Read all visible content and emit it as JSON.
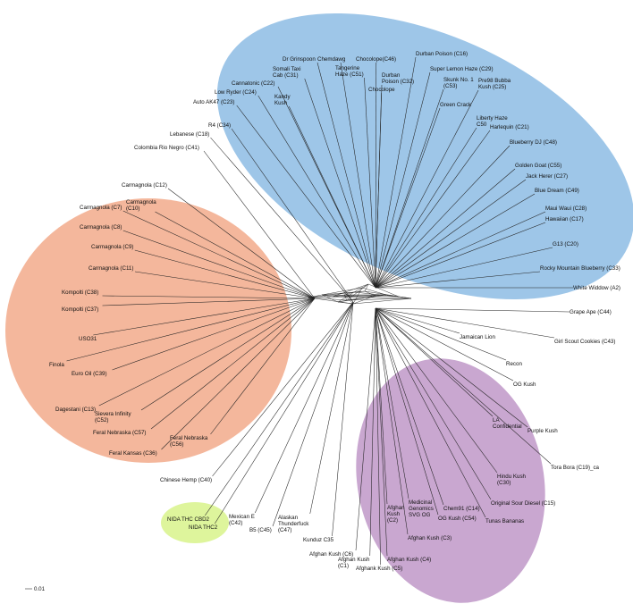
{
  "clusters": [
    {
      "id": "blue",
      "color": "#9ec6e8"
    },
    {
      "id": "orange",
      "color": "#f4b79c"
    },
    {
      "id": "purple",
      "color": "#c9a7d0"
    },
    {
      "id": "green",
      "color": "#def59c"
    }
  ],
  "scale_bar": {
    "label": "0.01"
  },
  "leaves": [
    {
      "id": "auto-ak47",
      "lines": [
        "Auto AK47 (C23)"
      ]
    },
    {
      "id": "low-ryder",
      "lines": [
        "Low Ryder (C24)"
      ]
    },
    {
      "id": "cannatonic",
      "lines": [
        "Cannatonic (C22)"
      ]
    },
    {
      "id": "somali-taxi-cab",
      "lines": [
        "Somali Taxi",
        "Cab (C31)"
      ]
    },
    {
      "id": "dr-grinspoon",
      "lines": [
        "Dr Grinspoon"
      ]
    },
    {
      "id": "kandy-kush",
      "lines": [
        "Kandy",
        "Kush"
      ]
    },
    {
      "id": "chemdawg",
      "lines": [
        "Chemdawg"
      ]
    },
    {
      "id": "tangerine-haze",
      "lines": [
        "Tangerine",
        "Haze (C51)"
      ]
    },
    {
      "id": "chocolope-c46",
      "lines": [
        "Chocolope(C46)"
      ]
    },
    {
      "id": "durban-poison-c32",
      "lines": [
        "Durban",
        "Poison (C32)"
      ]
    },
    {
      "id": "chocolope",
      "lines": [
        "Chocolope"
      ]
    },
    {
      "id": "durban-poison-c16",
      "lines": [
        "Durban Poison (C16)"
      ]
    },
    {
      "id": "super-lemon-haze",
      "lines": [
        "Super Lemon Haze (C29)"
      ]
    },
    {
      "id": "skunk-no1",
      "lines": [
        "Skunk No. 1",
        "(C53)"
      ]
    },
    {
      "id": "pre98-bubba",
      "lines": [
        "Pre98 Bubba",
        "Kush (C25)"
      ]
    },
    {
      "id": "green-crack",
      "lines": [
        "Green Crack"
      ]
    },
    {
      "id": "liberty-haze",
      "lines": [
        "Liberty Haze",
        "C50"
      ]
    },
    {
      "id": "harlequin",
      "lines": [
        "Harlequin (C21)"
      ]
    },
    {
      "id": "blueberry-dj",
      "lines": [
        "Blueberry DJ (C48)"
      ]
    },
    {
      "id": "golden-goat",
      "lines": [
        "Golden Goat (C55)"
      ]
    },
    {
      "id": "jack-herer",
      "lines": [
        "Jack Herer (C27)"
      ]
    },
    {
      "id": "blue-dream",
      "lines": [
        "Blue Dream (C49)"
      ]
    },
    {
      "id": "maui-waui",
      "lines": [
        "Maui Waui (C28)"
      ]
    },
    {
      "id": "hawaiian",
      "lines": [
        "Hawaiian (C17)"
      ]
    },
    {
      "id": "g13",
      "lines": [
        "G13 (C20)"
      ]
    },
    {
      "id": "rocky-mountain-blueberry",
      "lines": [
        "Rocky Mountain Blueberry (C33)"
      ]
    },
    {
      "id": "white-widdow",
      "lines": [
        "White Widdow (A2)"
      ]
    },
    {
      "id": "grape-ape",
      "lines": [
        "Grape Ape (C44)"
      ]
    },
    {
      "id": "girl-scout-cookies",
      "lines": [
        "Girl Scout Cookies (C43)"
      ]
    },
    {
      "id": "jamaican-lion",
      "lines": [
        "Jamaican Lion"
      ]
    },
    {
      "id": "recon",
      "lines": [
        "Recon"
      ]
    },
    {
      "id": "og-kush",
      "lines": [
        "OG Kush"
      ]
    },
    {
      "id": "la-confidential",
      "lines": [
        "LA",
        "Confidential"
      ]
    },
    {
      "id": "purple-kush",
      "lines": [
        "Purple Kush"
      ]
    },
    {
      "id": "tora-bora",
      "lines": [
        "Tora Bora (C19)_ca"
      ]
    },
    {
      "id": "hindu-kush",
      "lines": [
        "Hindu Kush",
        "(C30)"
      ]
    },
    {
      "id": "original-sour-diesel",
      "lines": [
        "Original Sour Diesel (C15)"
      ]
    },
    {
      "id": "tunas-bananas",
      "lines": [
        "Tunas Bananas"
      ]
    },
    {
      "id": "og-kush-c54",
      "lines": [
        "OG Kush (C54)"
      ]
    },
    {
      "id": "chem91",
      "lines": [
        "Chem91 (C14)"
      ]
    },
    {
      "id": "medicinal-genomics",
      "lines": [
        "Medicinal",
        "Genomics",
        "SVG OG"
      ]
    },
    {
      "id": "afghan-kush-c3",
      "lines": [
        "Afghan Kush (C3)"
      ]
    },
    {
      "id": "afghan-kush-c2",
      "lines": [
        "Afghan",
        "Kush",
        "(C2)"
      ]
    },
    {
      "id": "afghan-kush-c4",
      "lines": [
        "Afghan Kush (C4)"
      ]
    },
    {
      "id": "afghank-kush-c5",
      "lines": [
        "Afghank Kush (C5)"
      ]
    },
    {
      "id": "afghan-kush-c1",
      "lines": [
        "Afghan Kush",
        "(C1)"
      ]
    },
    {
      "id": "afghan-kush-c6",
      "lines": [
        "Afghan Kush (C6)"
      ]
    },
    {
      "id": "kunduz",
      "lines": [
        "Kunduz C35"
      ]
    },
    {
      "id": "alaskan-thunderfuck",
      "lines": [
        "Alaskan",
        "Thunderfuck",
        "(C47)"
      ]
    },
    {
      "id": "b5",
      "lines": [
        "B5 (C45)"
      ]
    },
    {
      "id": "mexican-e",
      "lines": [
        "Mexican E",
        "(C42)"
      ]
    },
    {
      "id": "nida-thc2",
      "lines": [
        "NIDA THC2"
      ]
    },
    {
      "id": "nida-thc-cbd2",
      "lines": [
        "NIDA THC CBD2"
      ]
    },
    {
      "id": "chinese-hemp",
      "lines": [
        "Chinese Hemp (C40)"
      ]
    },
    {
      "id": "feral-nebraska-c56",
      "lines": [
        "Feral Nebraska",
        "(C56)"
      ]
    },
    {
      "id": "feral-kansas",
      "lines": [
        "Feral Kansas (C36)"
      ]
    },
    {
      "id": "feral-nebraska-c57",
      "lines": [
        "Feral Nebraska (C57)"
      ]
    },
    {
      "id": "dagestani",
      "lines": [
        "Dagestani (C13)"
      ]
    },
    {
      "id": "sievera-infinity",
      "lines": [
        "Sievera Infinity",
        "(C52)"
      ]
    },
    {
      "id": "euro-oil",
      "lines": [
        "Euro Oil (C39)"
      ]
    },
    {
      "id": "finola",
      "lines": [
        "Finola"
      ]
    },
    {
      "id": "uso31",
      "lines": [
        "USO31"
      ]
    },
    {
      "id": "kompolti-c37",
      "lines": [
        "Kompolti (C37)"
      ]
    },
    {
      "id": "kompolti-c38",
      "lines": [
        "Kompolti (C38)"
      ]
    },
    {
      "id": "carmagnola-c11",
      "lines": [
        "Carmagnola (C11)"
      ]
    },
    {
      "id": "carmagnola-c9",
      "lines": [
        "Carmagnola (C9)"
      ]
    },
    {
      "id": "carmagnola-c8",
      "lines": [
        "Carmagnola (C8)"
      ]
    },
    {
      "id": "carmagnola-c7",
      "lines": [
        "Carmagnola (C7)"
      ]
    },
    {
      "id": "carmagnola-c10",
      "lines": [
        "Carmagnola",
        "(C10)"
      ]
    },
    {
      "id": "carmagnola-c12",
      "lines": [
        "Carmagnola (C12)"
      ]
    },
    {
      "id": "colombia-rio-negro",
      "lines": [
        "Colombia Rio Negro (C41)"
      ]
    },
    {
      "id": "lebanese",
      "lines": [
        "Lebanese (C18)"
      ]
    },
    {
      "id": "r4",
      "lines": [
        "R4 (C34)"
      ]
    }
  ]
}
